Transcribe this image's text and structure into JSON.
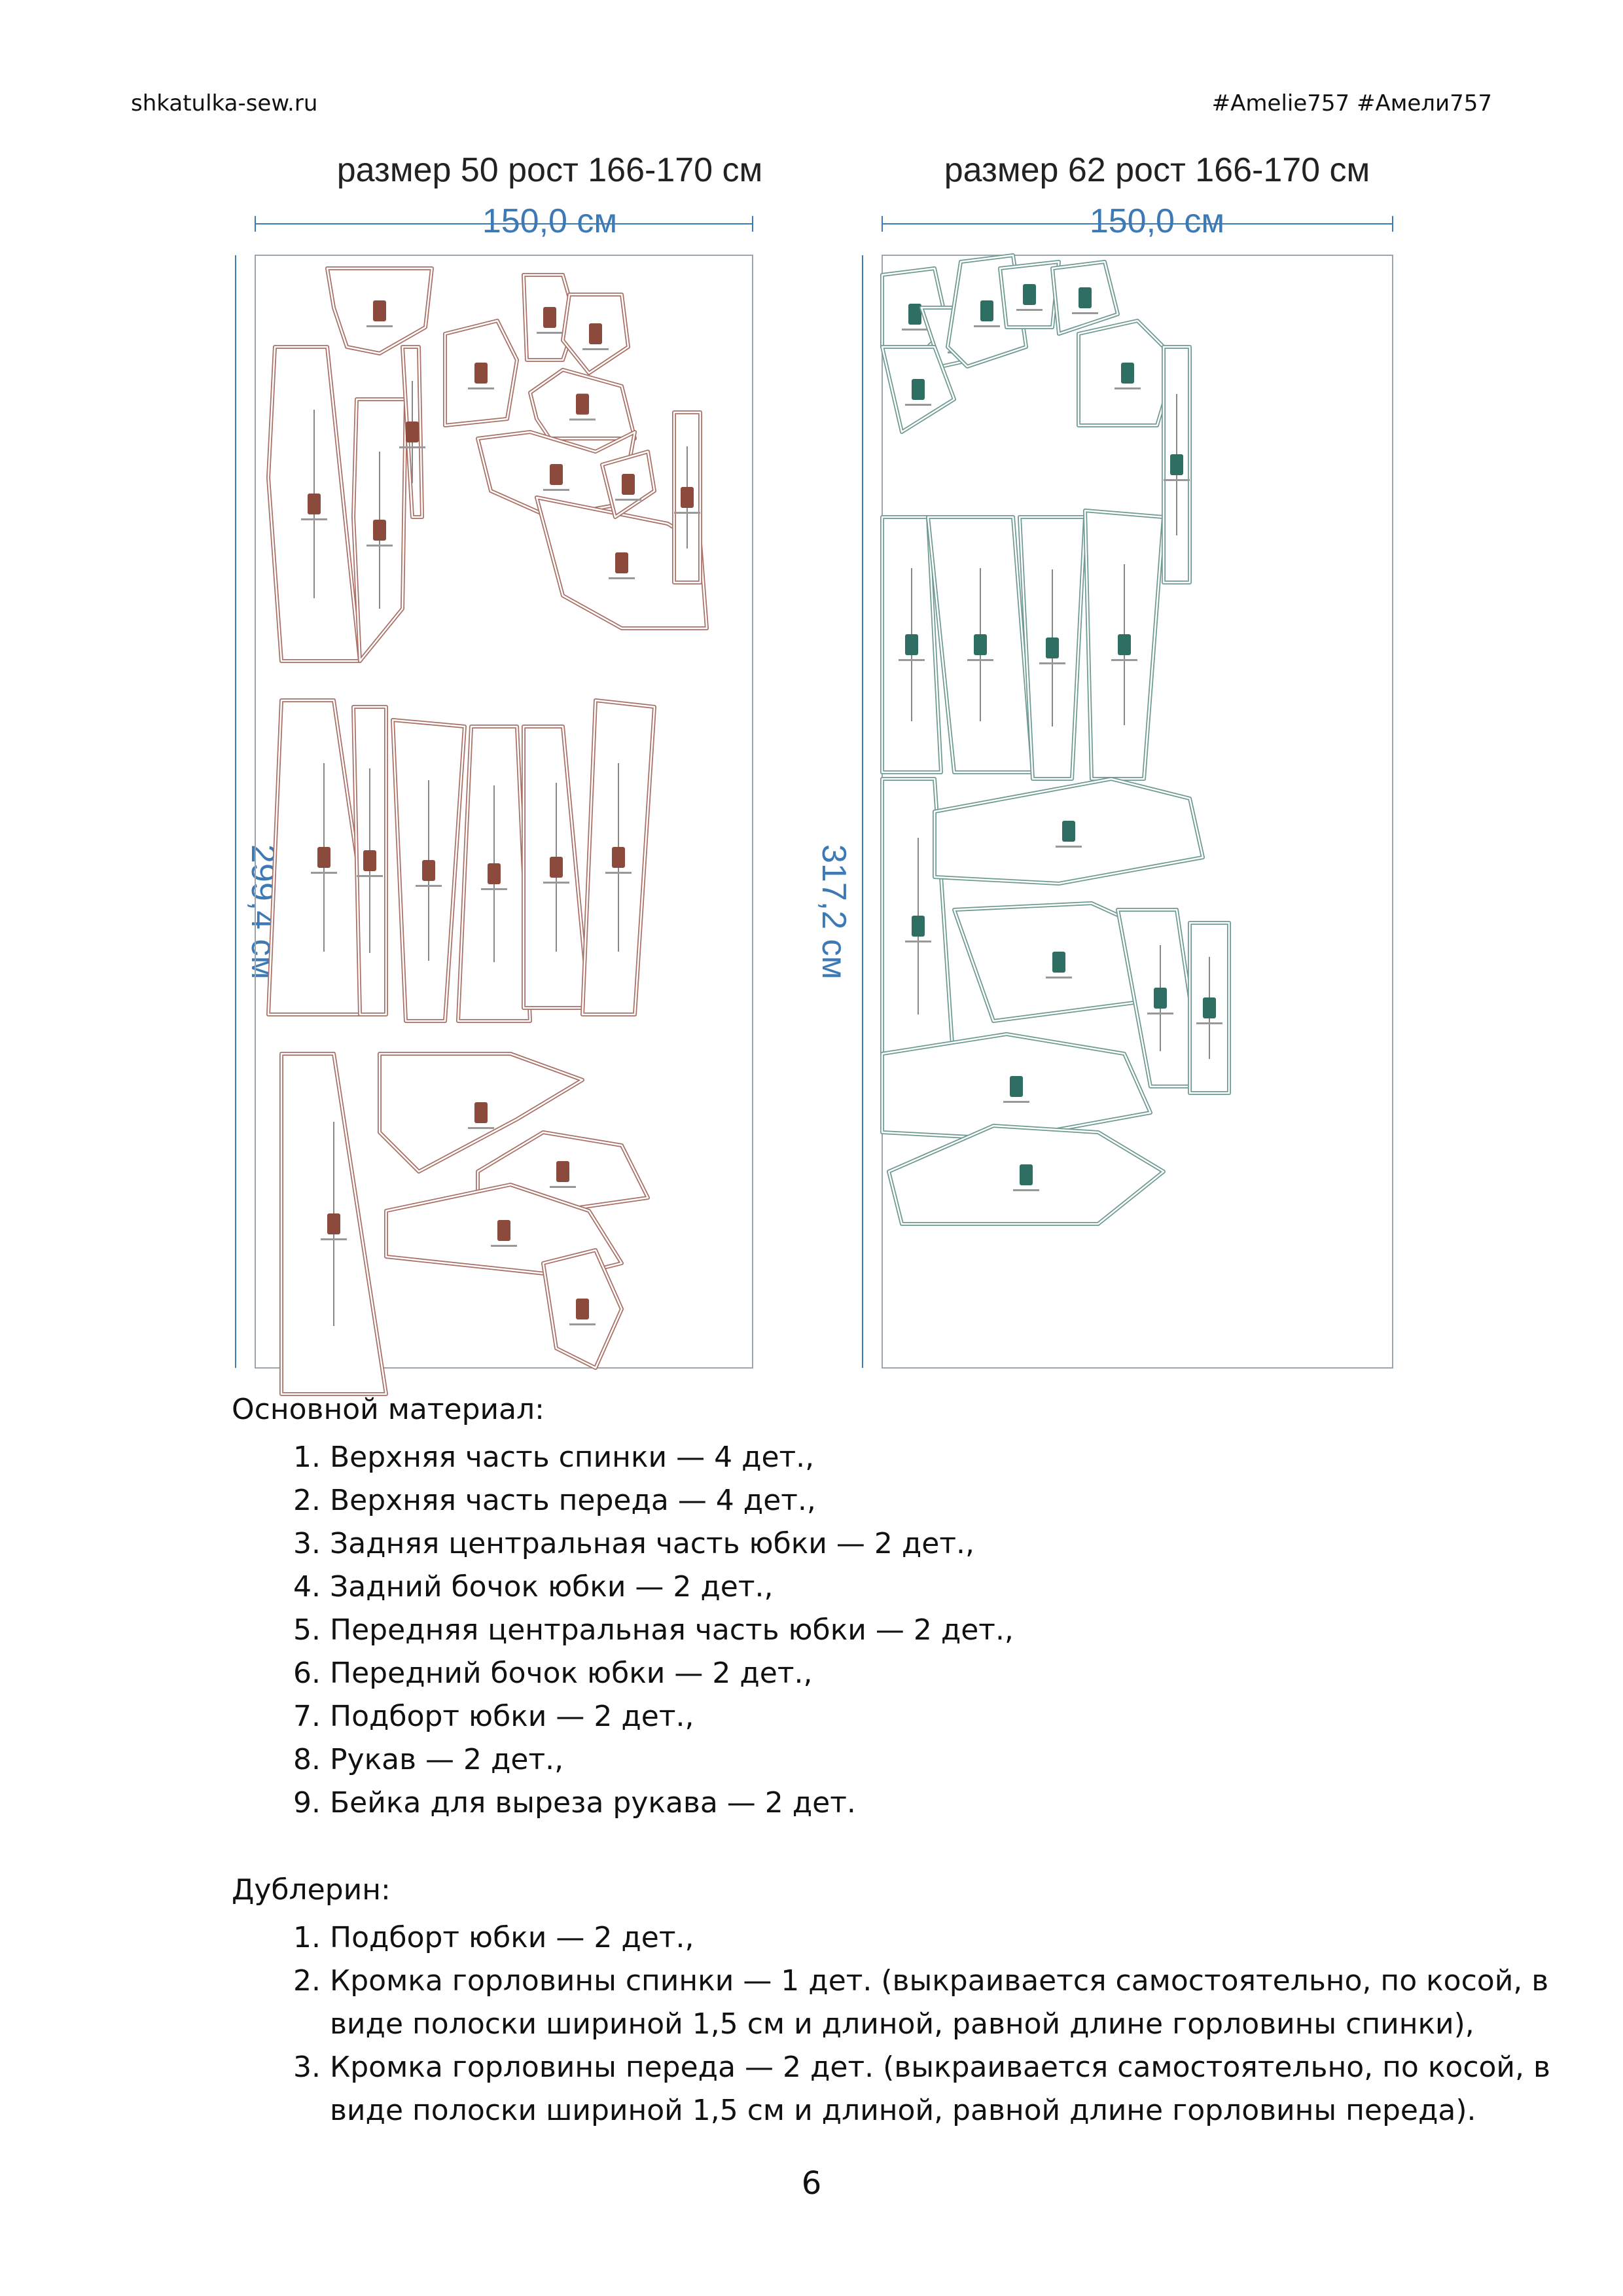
{
  "header": {
    "site": "shkatulka-sew.ru",
    "tags": "#Amelie757 #Амели757"
  },
  "layouts": [
    {
      "title": "размер 50 рост 166-170 см",
      "width_label": "150,0 см",
      "height_label": "299,4 см",
      "line_color": "#a97066",
      "accent_color": "#8b4a3c"
    },
    {
      "title": "размер 62 рост 166-170 см",
      "width_label": "150,0 см",
      "height_label": "317,2 см",
      "line_color": "#6f9a92",
      "accent_color": "#2f6e62"
    }
  ],
  "dimension_color": "#3d7ab5",
  "main_material": {
    "title": "Основной материал:",
    "items": [
      {
        "n": "1.",
        "text": "Верхняя часть спинки — 4 дет.,"
      },
      {
        "n": "2.",
        "text": "Верхняя часть переда — 4 дет.,"
      },
      {
        "n": "3.",
        "text": "Задняя центральная часть юбки — 2 дет.,"
      },
      {
        "n": "4.",
        "text": "Задний бочок юбки — 2 дет.,"
      },
      {
        "n": "5.",
        "text": "Передняя центральная часть юбки — 2 дет.,"
      },
      {
        "n": "6.",
        "text": "Передний бочок юбки — 2 дет.,"
      },
      {
        "n": "7.",
        "text": "Подборт юбки — 2 дет.,"
      },
      {
        "n": "8.",
        "text": "Рукав — 2 дет.,"
      },
      {
        "n": "9.",
        "text": "Бейка для выреза рукава — 2 дет."
      }
    ]
  },
  "interfacing": {
    "title": "Дублерин:",
    "items": [
      {
        "n": "1.",
        "text": "Подборт юбки — 2 дет.,"
      },
      {
        "n": "2.",
        "text": "Кромка горловины спинки — 1 дет. (выкраивается самостоятельно, по косой, в виде полоски шириной 1,5 см и длиной, равной длине горловины спинки),"
      },
      {
        "n": "3.",
        "text": "Кромка горловины переда — 2 дет. (выкраивается самостоятельно, по косой, в виде полоски шириной 1,5 см и длиной, равной длине горловины переда)."
      }
    ]
  },
  "page_number": "6"
}
